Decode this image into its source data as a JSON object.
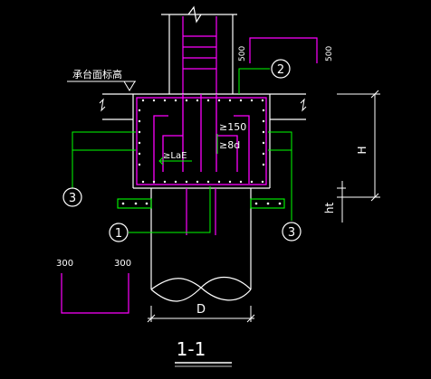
{
  "drawing": {
    "title": "1-1",
    "labels": {
      "cap_top": "承台面标高",
      "lap": "≥LaE",
      "min150": "≥150",
      "min8d": "≥8d",
      "dim_500_a": "500",
      "dim_500_b": "500",
      "dim_300_a": "300",
      "dim_300_b": "300",
      "H": "H",
      "ht": "ht",
      "D": "D"
    },
    "callouts": {
      "c1": "1",
      "c2": "2",
      "c3_left": "3",
      "c3_right": "3"
    },
    "colors": {
      "background": "#000000",
      "concrete": "#FFFFFF",
      "rebar": "#FF00FF",
      "leader": "#00FF00",
      "ground": "#00FFFF"
    }
  }
}
